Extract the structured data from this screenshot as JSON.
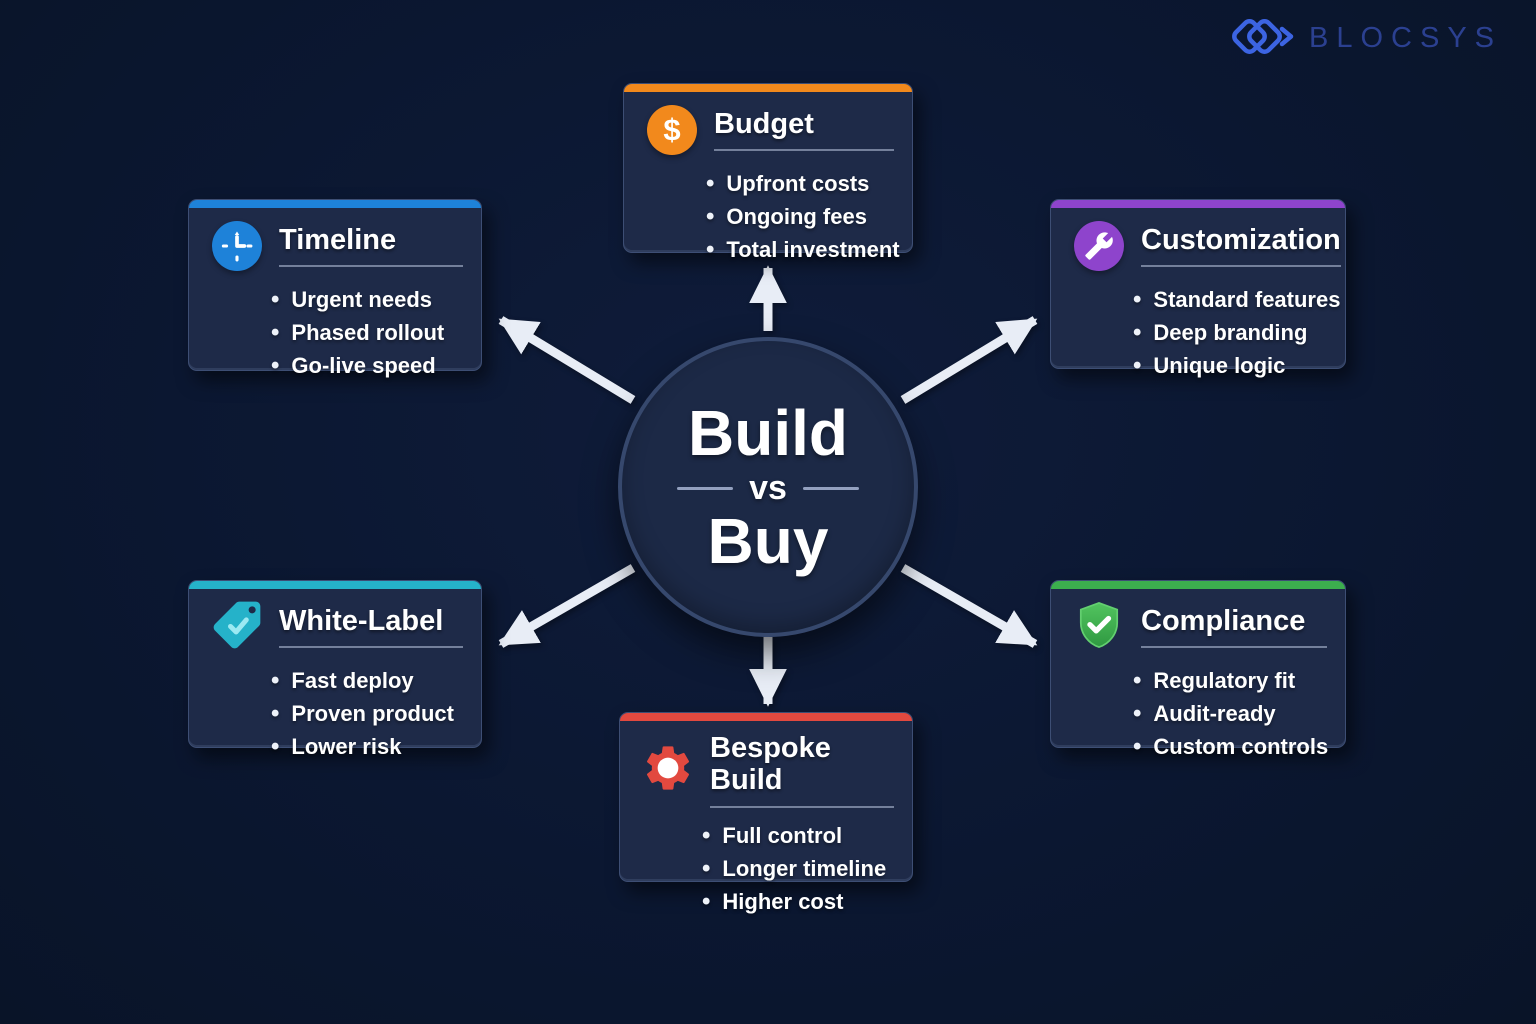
{
  "logo": {
    "text": "BLOCSYS",
    "icon": "blocsys-diamonds-icon"
  },
  "center": {
    "line1": "Build",
    "line2": "vs",
    "line3": "Buy"
  },
  "cards": [
    {
      "id": "timeline",
      "title": "Timeline",
      "icon": "clock-icon",
      "accent": "#1e82d9",
      "bullets": [
        "Urgent needs",
        "Phased rollout",
        "Go-live speed"
      ]
    },
    {
      "id": "budget",
      "title": "Budget",
      "icon": "dollar-icon",
      "accent": "#f2891c",
      "bullets": [
        "Upfront costs",
        "Ongoing fees",
        "Total investment"
      ]
    },
    {
      "id": "customization",
      "title": "Customization",
      "icon": "wrench-icon",
      "accent": "#8e44cc",
      "bullets": [
        "Standard features",
        "Deep branding",
        "Unique logic"
      ]
    },
    {
      "id": "white-label",
      "title": "White-Label",
      "icon": "tag-check-icon",
      "accent": "#25b2c9",
      "bullets": [
        "Fast deploy",
        "Proven product",
        "Lower risk"
      ]
    },
    {
      "id": "compliance",
      "title": "Compliance",
      "icon": "shield-check-icon",
      "accent": "#3cae4e",
      "bullets": [
        "Regulatory fit",
        "Audit-ready",
        "Custom controls"
      ]
    },
    {
      "id": "bespoke-build",
      "title": "Bespoke Build",
      "icon": "gear-icon",
      "accent": "#e2493f",
      "bullets": [
        "Full control",
        "Longer timeline",
        "Higher cost"
      ]
    }
  ],
  "colors": {
    "background": "#0b1731",
    "card_background": "#1e2a48",
    "card_border": "#3d4e74",
    "arrow": "#e8edf6",
    "text": "#ffffff",
    "logo_icon_blue": "#3c64e2",
    "logo_text_blue": "#2b4090"
  }
}
